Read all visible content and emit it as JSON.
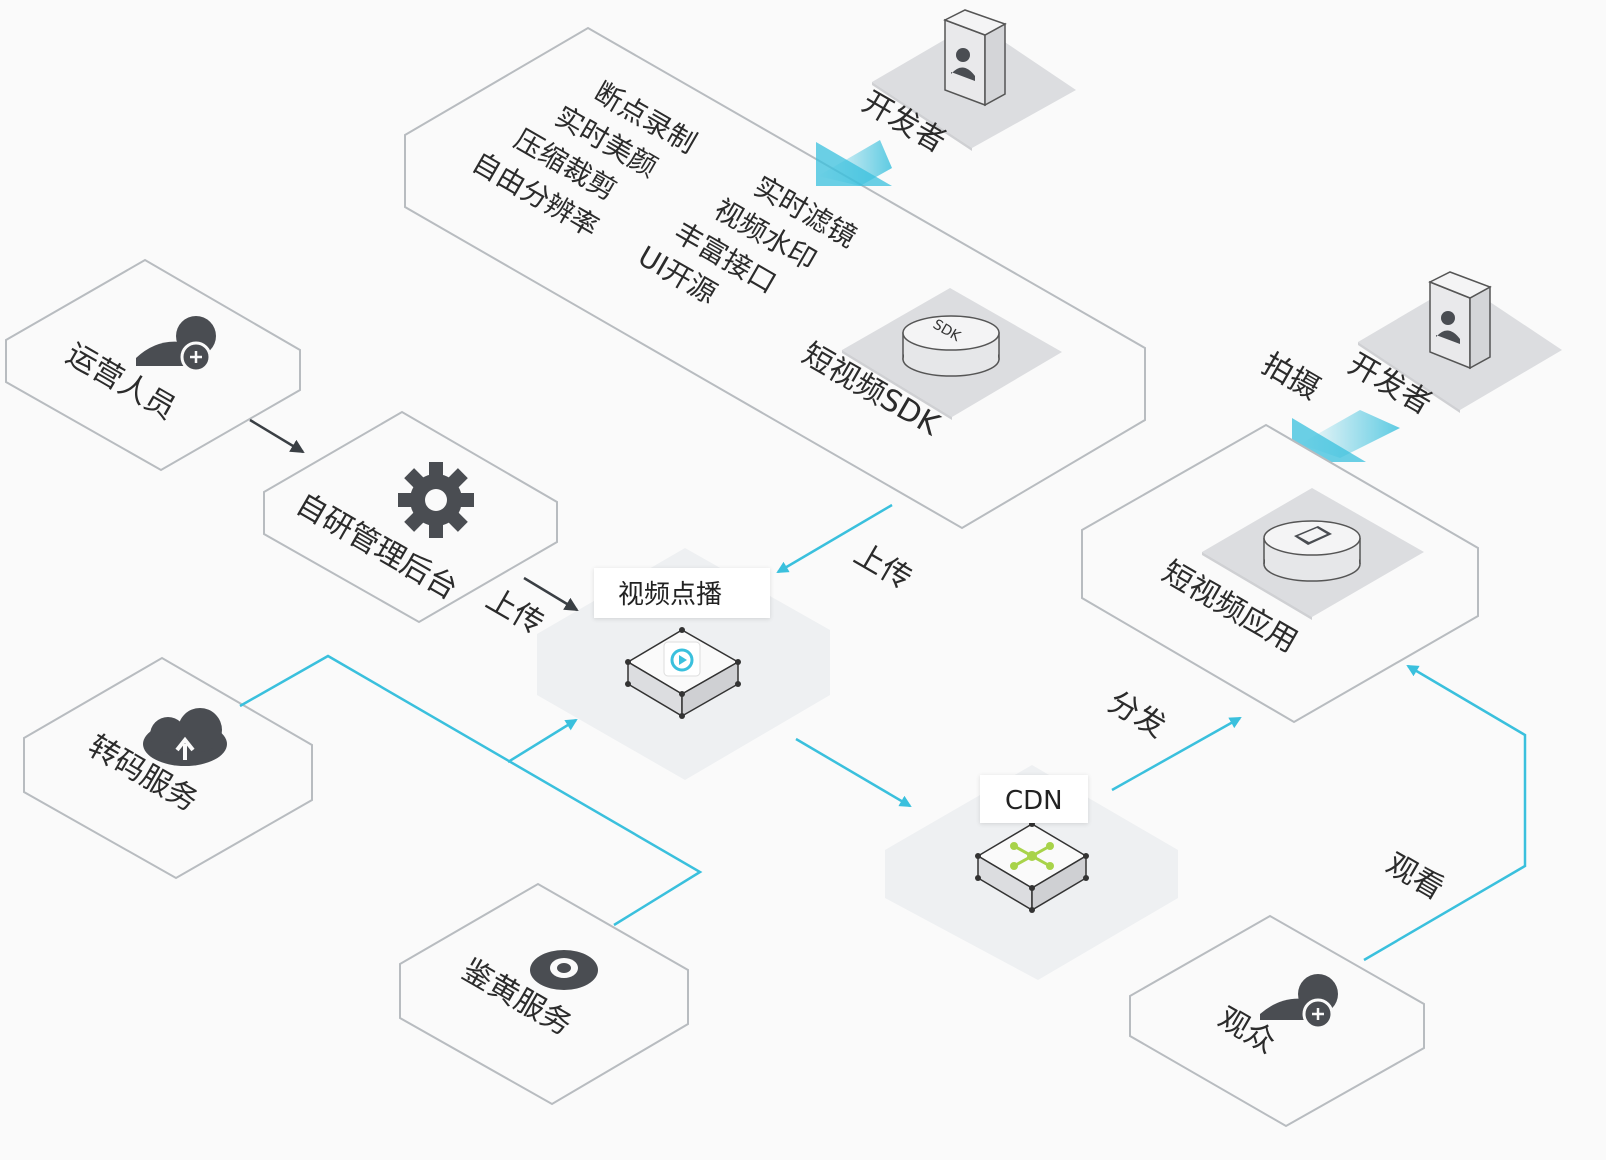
{
  "colors": {
    "accent": "#3ac0dd",
    "dark_arrow": "#3a3f44",
    "hex_stroke": "#b8bcc0",
    "hex_fill": "#fafafa",
    "platform": "#dcdde0",
    "icon_dark": "#4a4d52"
  },
  "sdk_features": {
    "left": [
      "断点录制",
      "实时美颜",
      "压缩裁剪",
      "自由分辨率"
    ],
    "right": [
      "实时滤镜",
      "视频水印",
      "丰富接口",
      "UI开源"
    ]
  },
  "nodes": {
    "developer_top": "开发者",
    "developer_right": "开发者",
    "sdk_badge": "SDK",
    "short_video_sdk": "短视频SDK",
    "operator": "运营人员",
    "admin": "自研管理后台",
    "vod": "视频点播",
    "transcode": "转码服务",
    "content_review": "鉴黄服务",
    "cdn": "CDN",
    "short_video_app": "短视频应用",
    "viewer": "观众"
  },
  "edges": {
    "upload_sdk": "上传",
    "upload_admin": "上传",
    "shoot": "拍摄",
    "distribute": "分发",
    "watch": "观看"
  }
}
